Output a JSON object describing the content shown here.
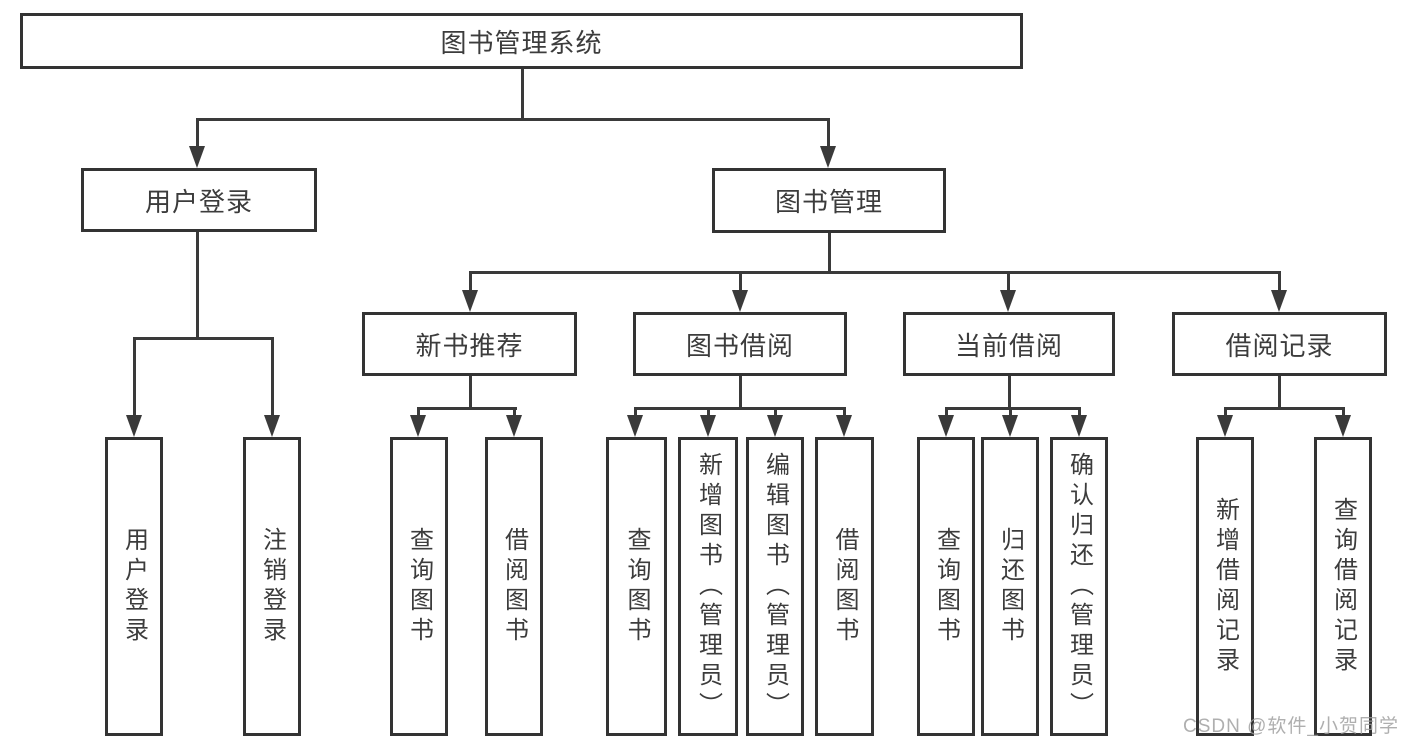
{
  "diagram": {
    "title": "图书管理系统",
    "watermark": "CSDN @软件_小贺同学",
    "colors": {
      "background": "#ffffff",
      "box_border": "#333333",
      "line": "#3a3a3a",
      "text": "#3c3c3c",
      "watermark": "#9e9e9e"
    },
    "nodes": {
      "root": {
        "label": "图书管理系统"
      },
      "user_login": {
        "label": "用户登录"
      },
      "book_mgmt": {
        "label": "图书管理"
      },
      "login": {
        "label": "用户登录"
      },
      "logout": {
        "label": "注销登录"
      },
      "new_book_rec": {
        "label": "新书推荐"
      },
      "book_borrow": {
        "label": "图书借阅"
      },
      "current_borrow": {
        "label": "当前借阅"
      },
      "borrow_record": {
        "label": "借阅记录"
      },
      "nbr_query": {
        "label": "查询图书"
      },
      "nbr_borrow": {
        "label": "借阅图书"
      },
      "bb_query": {
        "label": "查询图书"
      },
      "bb_add": {
        "label": "新增图书（管理员）"
      },
      "bb_edit": {
        "label": "编辑图书（管理员）"
      },
      "bb_borrow": {
        "label": "借阅图书"
      },
      "cb_query": {
        "label": "查询图书"
      },
      "cb_return": {
        "label": "归还图书"
      },
      "cb_confirm": {
        "label": "确认归还（管理员）"
      },
      "br_add": {
        "label": "新增借阅记录"
      },
      "br_query": {
        "label": "查询借阅记录"
      }
    }
  }
}
